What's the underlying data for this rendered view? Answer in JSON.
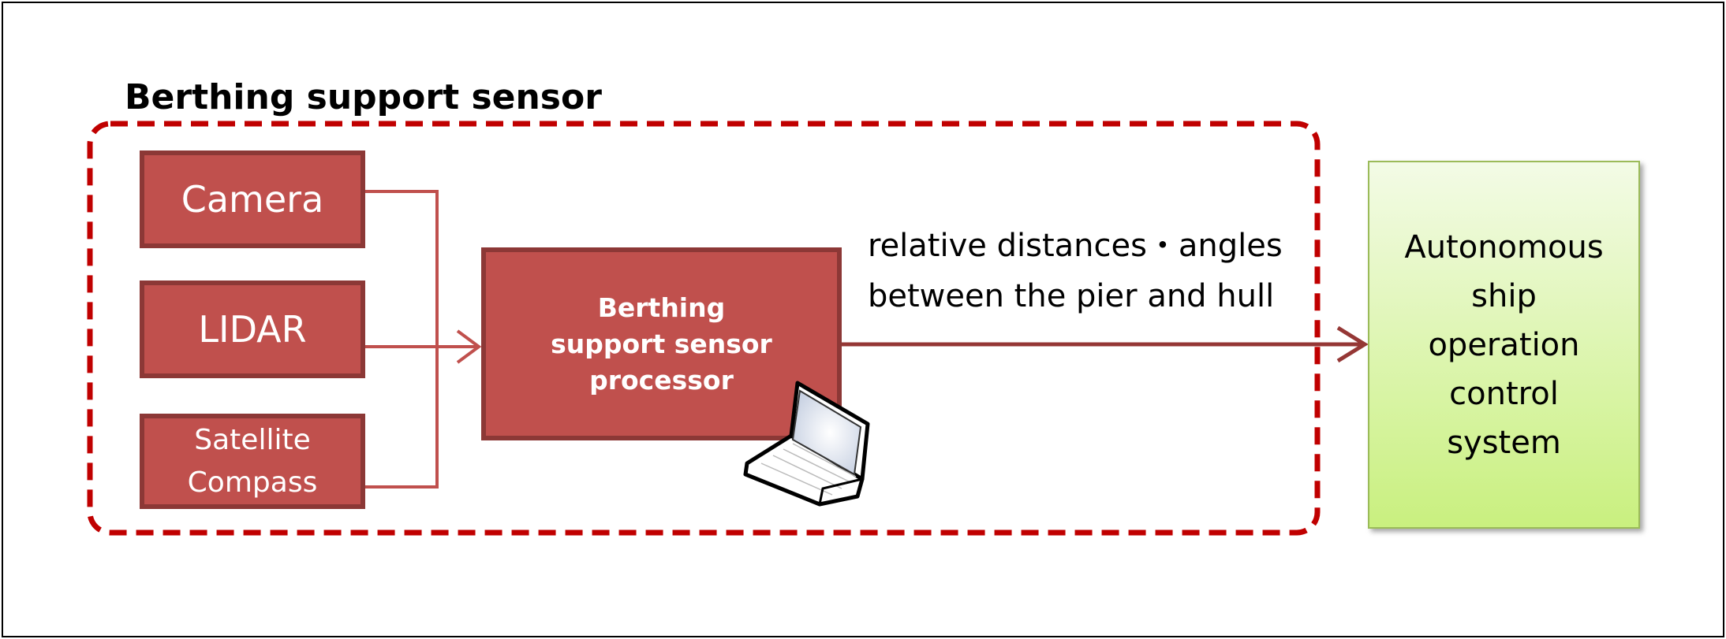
{
  "title": "Berthing support sensor",
  "sensors": [
    {
      "label": "Camera"
    },
    {
      "label": "LIDAR"
    },
    {
      "label_line1": "Satellite",
      "label_line2": "Compass"
    }
  ],
  "processor": {
    "line1": "Berthing",
    "line2": "support sensor",
    "line3": "processor"
  },
  "output_label": {
    "line1": "relative distances・angles",
    "line2": "between the pier and hull"
  },
  "control_system": {
    "line1": "Autonomous",
    "line2": "ship",
    "line3": "operation",
    "line4": "control",
    "line5": "system"
  },
  "colors": {
    "sensor_fill": "#C0504D",
    "sensor_border": "#8C3836",
    "dashed_border": "#C00000",
    "control_border": "#9BBB59"
  }
}
